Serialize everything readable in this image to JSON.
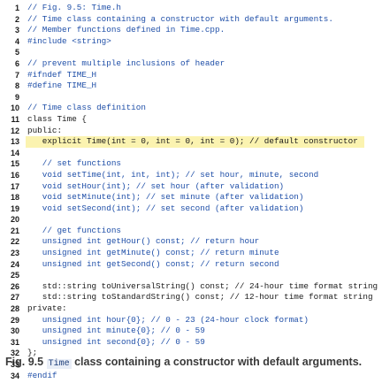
{
  "code": {
    "highlight_line": 13,
    "lines": [
      {
        "num": "1",
        "code": "// Fig. 9.5: Time.h",
        "color": "#1f4fa8"
      },
      {
        "num": "2",
        "code": "// Time class containing a constructor with default arguments.",
        "color": "#1f4fa8"
      },
      {
        "num": "3",
        "code": "// Member functions defined in Time.cpp.",
        "color": "#1f4fa8"
      },
      {
        "num": "4",
        "code": "#include <string>",
        "color": "#1f4fa8"
      },
      {
        "num": "5",
        "code": "",
        "color": "#1f4fa8"
      },
      {
        "num": "6",
        "code": "// prevent multiple inclusions of header",
        "color": "#1f4fa8"
      },
      {
        "num": "7",
        "code": "#ifndef TIME_H",
        "color": "#1f4fa8"
      },
      {
        "num": "8",
        "code": "#define TIME_H",
        "color": "#1f4fa8"
      },
      {
        "num": "9",
        "code": "",
        "color": "#1f4fa8"
      },
      {
        "num": "10",
        "code": "// Time class definition",
        "color": "#1f4fa8"
      },
      {
        "num": "11",
        "code": "class Time {",
        "color": "#1a1a1a"
      },
      {
        "num": "12",
        "code": "public:",
        "color": "#1a1a1a"
      },
      {
        "num": "13",
        "code": "   explicit Time(int = 0, int = 0, int = 0); // default constructor",
        "color": "#1a1a1a"
      },
      {
        "num": "14",
        "code": "",
        "color": "#1a1a1a"
      },
      {
        "num": "15",
        "code": "   // set functions",
        "color": "#1f4fa8"
      },
      {
        "num": "16",
        "code": "   void setTime(int, int, int); // set hour, minute, second",
        "color": "#1f4fa8"
      },
      {
        "num": "17",
        "code": "   void setHour(int); // set hour (after validation)",
        "color": "#1f4fa8"
      },
      {
        "num": "18",
        "code": "   void setMinute(int); // set minute (after validation)",
        "color": "#1f4fa8"
      },
      {
        "num": "19",
        "code": "   void setSecond(int); // set second (after validation)",
        "color": "#1f4fa8"
      },
      {
        "num": "20",
        "code": "",
        "color": "#1f4fa8"
      },
      {
        "num": "21",
        "code": "   // get functions",
        "color": "#1f4fa8"
      },
      {
        "num": "22",
        "code": "   unsigned int getHour() const; // return hour",
        "color": "#1f4fa8"
      },
      {
        "num": "23",
        "code": "   unsigned int getMinute() const; // return minute",
        "color": "#1f4fa8"
      },
      {
        "num": "24",
        "code": "   unsigned int getSecond() const; // return second",
        "color": "#1f4fa8"
      },
      {
        "num": "25",
        "code": "",
        "color": "#1f4fa8"
      },
      {
        "num": "26",
        "code": "   std::string toUniversalString() const; // 24-hour time format string",
        "color": "#1a1a1a"
      },
      {
        "num": "27",
        "code": "   std::string toStandardString() const; // 12-hour time format string",
        "color": "#1a1a1a"
      },
      {
        "num": "28",
        "code": "private:",
        "color": "#1a1a1a"
      },
      {
        "num": "29",
        "code": "   unsigned int hour{0}; // 0 - 23 (24-hour clock format)",
        "color": "#1f4fa8"
      },
      {
        "num": "30",
        "code": "   unsigned int minute{0}; // 0 - 59",
        "color": "#1f4fa8"
      },
      {
        "num": "31",
        "code": "   unsigned int second{0}; // 0 - 59",
        "color": "#1f4fa8"
      },
      {
        "num": "32",
        "code": "};",
        "color": "#1a1a1a"
      },
      {
        "num": "33",
        "code": "",
        "color": "#1a1a1a"
      },
      {
        "num": "34",
        "code": "#endif",
        "color": "#1f4fa8"
      }
    ]
  },
  "caption": {
    "label": "Fig. 9.5",
    "code_word": "Time",
    "text": "class containing a constructor with default arguments."
  }
}
